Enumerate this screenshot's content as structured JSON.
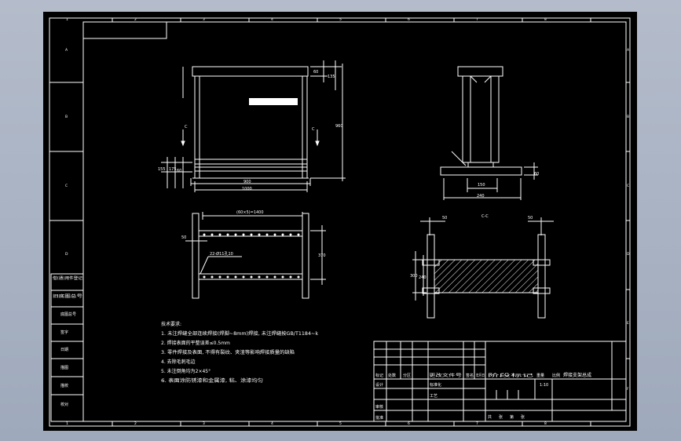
{
  "sheet": {
    "border_columns": [
      "1",
      "2",
      "3",
      "4",
      "5",
      "6",
      "7",
      "8"
    ],
    "border_rows": [
      "A",
      "B",
      "C",
      "D",
      "E",
      "F"
    ],
    "left_labels": [
      "借(通)用件登记",
      "旧底图总号",
      "底图总号",
      "签字",
      "日期",
      "描图",
      "描校",
      "校对"
    ]
  },
  "front_view": {
    "dims": [
      "60",
      "135",
      "155",
      "175",
      "60",
      "900",
      "1000",
      "960"
    ],
    "section_mark": "C"
  },
  "side_view": {
    "dims": [
      "60",
      "150",
      "240"
    ]
  },
  "top_view": {
    "dims": [
      "(60×5)=1400",
      "50",
      "370"
    ],
    "hole_note": "22-Ø11孔10"
  },
  "section_view": {
    "title": "C-C",
    "dims": [
      "50",
      "50",
      "300",
      "240"
    ]
  },
  "notes": {
    "heading": "技术要求:",
    "lines": [
      "1. 未注焊缝全部连续焊接(焊脚~8mm)焊接, 未注焊缝按GB/T1184~k",
      "2. 焊接表面的平整误差≤0.5mm",
      "3. 零件焊接及表面, 不得有裂纹、夹渣等影响焊接质量的缺陷",
      "4. 去除毛刺毛边",
      "5. 未注倒角均为2×45°",
      "6. 表面涂防锈漆和金属漆, 粘、涂漆均匀"
    ]
  },
  "title_block": {
    "header": [
      "标记",
      "处数",
      "分区",
      "更改文件号",
      "签名",
      "年月日"
    ],
    "rows": [
      "设计",
      "标准化",
      "审核",
      "工艺",
      "批准"
    ],
    "stage": [
      "阶段标记",
      "重量",
      "比例"
    ],
    "scale": "1:10",
    "drawing_name": "焊接支架总成",
    "footer": [
      "共",
      "张",
      "第",
      "张"
    ]
  }
}
